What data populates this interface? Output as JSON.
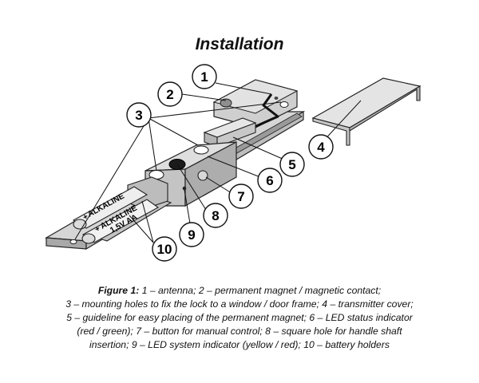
{
  "title": "Installation",
  "callouts": [
    "1",
    "2",
    "3",
    "4",
    "5",
    "6",
    "7",
    "8",
    "9",
    "10"
  ],
  "battery_labels": {
    "brand": "ALKALINE",
    "spec": "1,5V AA",
    "plus": "+"
  },
  "caption": {
    "prefix": "Figure 1:",
    "line1": "1 – antenna; 2 – permanent magnet / magnetic contact;",
    "line2": "3 – mounting holes to fix the lock to a window / door frame; 4 – transmitter cover;",
    "line3": "5 – guideline for easy placing of the permanent magnet; 6 – LED status indicator",
    "line4": "(red / green); 7 – button for manual control; 8 – square hole for handle shaft",
    "line5": "insertion; 9 – LED system indicator (yellow / red); 10 – battery holders"
  }
}
